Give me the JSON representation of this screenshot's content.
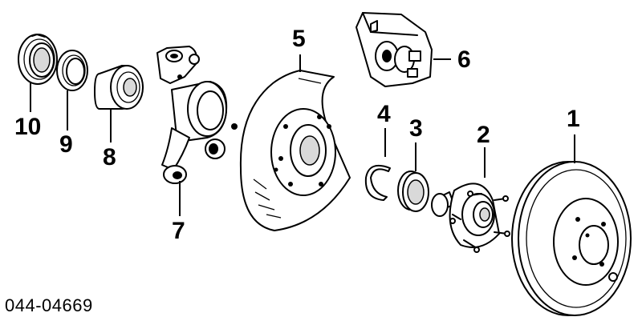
{
  "diagram": {
    "catalog_number": "044-04669",
    "parts": [
      {
        "id": "part-10",
        "callout": "10",
        "icon": "seal-ring-icon"
      },
      {
        "id": "part-9",
        "callout": "9",
        "icon": "snap-ring-icon"
      },
      {
        "id": "part-8",
        "callout": "8",
        "icon": "wheel-bearing-icon"
      },
      {
        "id": "part-7",
        "callout": "7",
        "icon": "steering-knuckle-icon"
      },
      {
        "id": "part-5",
        "callout": "5",
        "icon": "dust-shield-icon"
      },
      {
        "id": "part-6",
        "callout": "6",
        "icon": "brake-caliper-icon"
      },
      {
        "id": "part-4",
        "callout": "4",
        "icon": "circlip-icon"
      },
      {
        "id": "part-3",
        "callout": "3",
        "icon": "oil-seal-icon"
      },
      {
        "id": "part-2",
        "callout": "2",
        "icon": "wheel-hub-icon"
      },
      {
        "id": "part-1",
        "callout": "1",
        "icon": "brake-disc-icon"
      }
    ]
  }
}
